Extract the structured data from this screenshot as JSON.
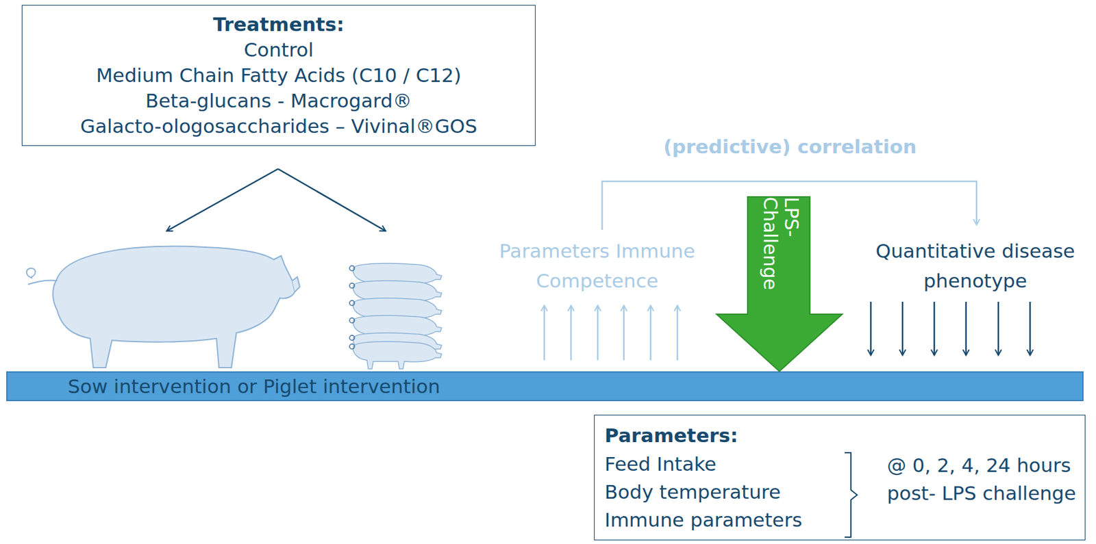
{
  "diagram": {
    "nodes": [
      {
        "text": [
          "Treatments:",
          "Control",
          "Medium Chain Fatty Acids (C10 / C12)",
          "Beta-glucans - Macrogard®",
          "Galacto-ologosaccharides – Vivinal®GOS"
        ]
      },
      {
        "text": [
          "Sow intervention or Piglet intervention"
        ]
      },
      {
        "text": [
          "LPS- Challenge"
        ]
      },
      {
        "text": [
          "Parameters:",
          "Feed Intake",
          "Body temperature",
          "Immune parameters",
          "@ 0, 2, 4, 24 hours post- LPS challenge"
        ]
      }
    ],
    "labels": [
      "(predictive) correlation",
      "Parameters Immune Competence",
      "Quantitative disease phenotype"
    ]
  }
}
